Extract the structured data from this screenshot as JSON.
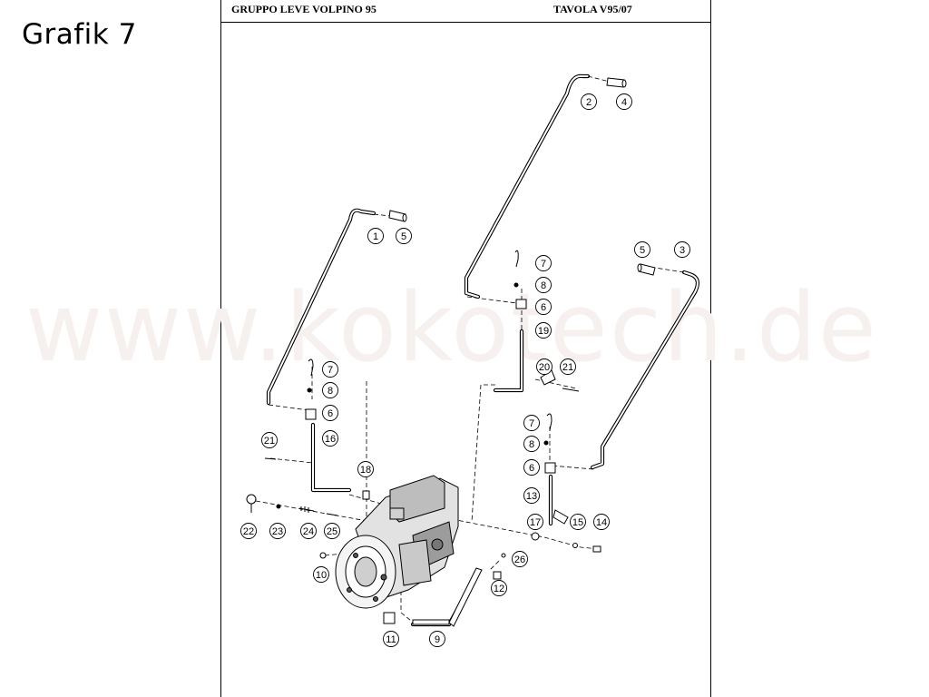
{
  "page": {
    "label": "Grafik 7",
    "header_left": "GRUPPO LEVE VOLPINO 95",
    "header_right": "TAVOLA V95/07",
    "watermark": "www.kokotech.de"
  },
  "callouts": [
    {
      "id": "c1",
      "num": "1"
    },
    {
      "id": "c5a",
      "num": "5"
    },
    {
      "id": "c2",
      "num": "2"
    },
    {
      "id": "c4",
      "num": "4"
    },
    {
      "id": "c5b",
      "num": "5"
    },
    {
      "id": "c3",
      "num": "3"
    },
    {
      "id": "c7a",
      "num": "7"
    },
    {
      "id": "c8a",
      "num": "8"
    },
    {
      "id": "c6a",
      "num": "6"
    },
    {
      "id": "c19",
      "num": "19"
    },
    {
      "id": "c20",
      "num": "20"
    },
    {
      "id": "c21a",
      "num": "21"
    },
    {
      "id": "c7b",
      "num": "7"
    },
    {
      "id": "c8b",
      "num": "8"
    },
    {
      "id": "c6b",
      "num": "6"
    },
    {
      "id": "c16",
      "num": "16"
    },
    {
      "id": "c21b",
      "num": "21"
    },
    {
      "id": "c18",
      "num": "18"
    },
    {
      "id": "c7c",
      "num": "7"
    },
    {
      "id": "c8c",
      "num": "8"
    },
    {
      "id": "c6c",
      "num": "6"
    },
    {
      "id": "c13",
      "num": "13"
    },
    {
      "id": "c17",
      "num": "17"
    },
    {
      "id": "c15",
      "num": "15"
    },
    {
      "id": "c14",
      "num": "14"
    },
    {
      "id": "c22",
      "num": "22"
    },
    {
      "id": "c23",
      "num": "23"
    },
    {
      "id": "c24",
      "num": "24"
    },
    {
      "id": "c25",
      "num": "25"
    },
    {
      "id": "c10",
      "num": "10"
    },
    {
      "id": "c26",
      "num": "26"
    },
    {
      "id": "c12",
      "num": "12"
    },
    {
      "id": "c11",
      "num": "11"
    },
    {
      "id": "c9",
      "num": "9"
    }
  ]
}
